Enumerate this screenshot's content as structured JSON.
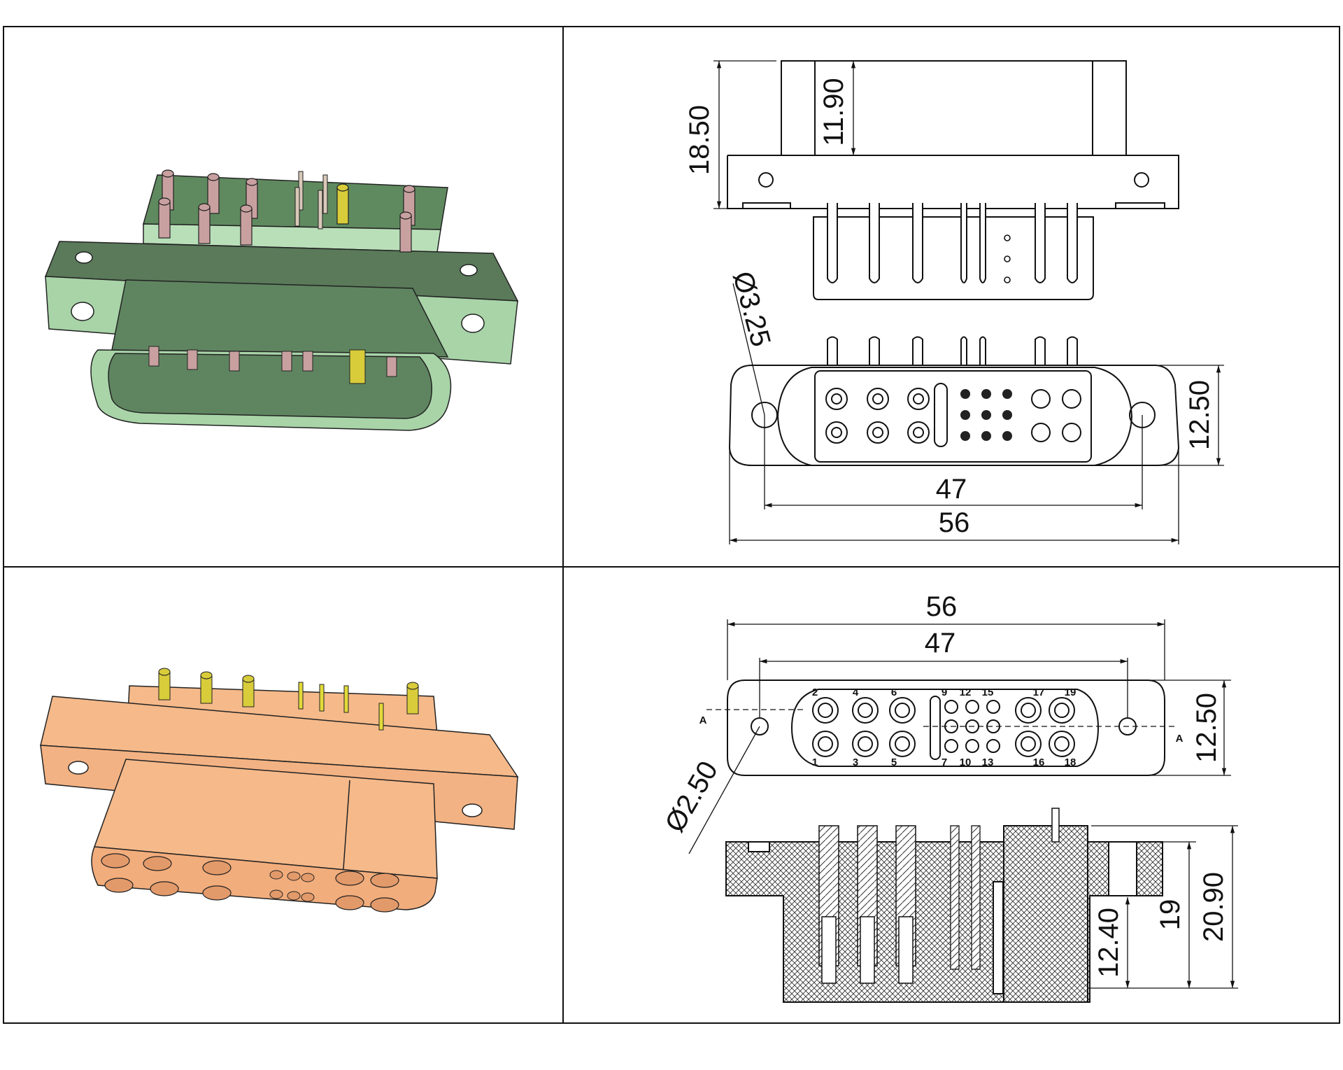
{
  "title": "",
  "colors": {
    "green_dark": "#5a7a5a",
    "green_light": "#a8d4a8",
    "peach": "#f5b98a",
    "peach_dark": "#e39a6a",
    "pin_pink": "#c9a0a0",
    "pin_yellow": "#d8cc3a",
    "line": "#111111"
  },
  "panels": {
    "top_left": {
      "kind": "3d-render",
      "subject": "plug connector (green)"
    },
    "top_right": {
      "kind": "drawing",
      "dims": {
        "total_height": "18.50",
        "shell_height": "11.90",
        "mount_hole_dia": "3.25",
        "body_height": "12.50",
        "hole_spacing": "47",
        "flange_width": "56"
      }
    },
    "bottom_left": {
      "kind": "3d-render",
      "subject": "receptacle connector (peach)"
    },
    "bottom_right": {
      "kind": "drawing",
      "dims": {
        "flange_width": "56",
        "hole_spacing": "47",
        "body_height": "12.50",
        "mount_hole_dia": "2.50",
        "depth_a": "12.40",
        "depth_b": "19",
        "depth_c": "20.90"
      },
      "section_mark": "A",
      "pin_numbers": [
        "2",
        "4",
        "6",
        "9",
        "12",
        "15",
        "17",
        "19",
        "1",
        "3",
        "5",
        "7",
        "10",
        "13",
        "16",
        "18"
      ]
    }
  }
}
